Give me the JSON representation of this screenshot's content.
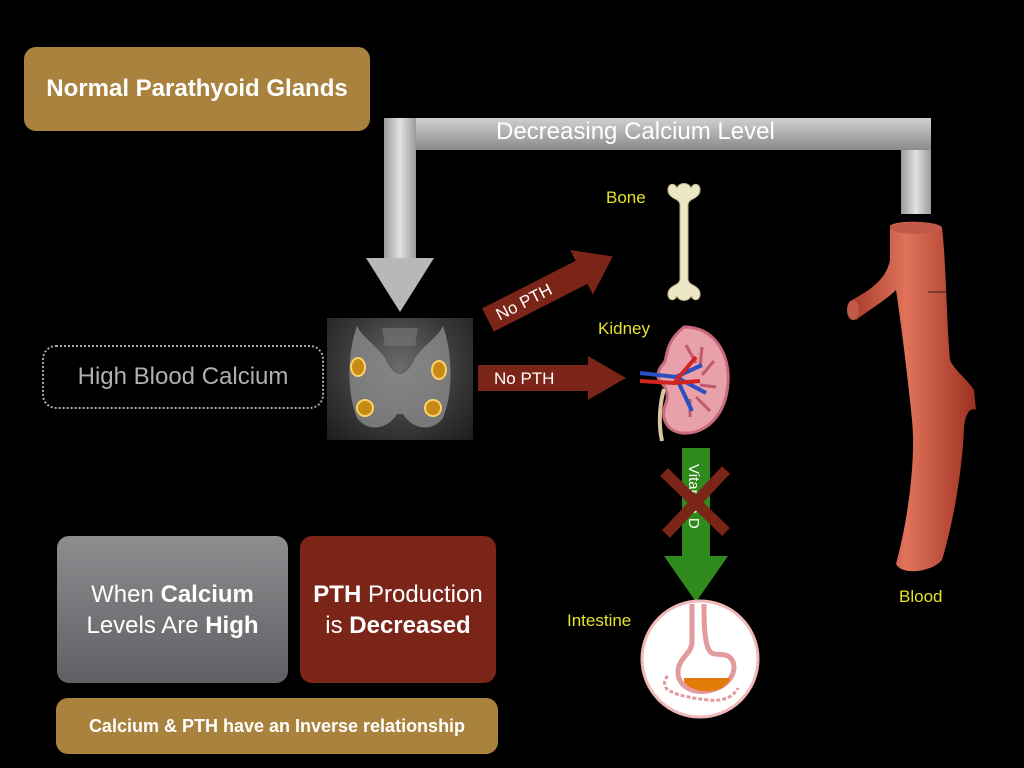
{
  "title": "Normal Parathyoid Glands",
  "feedback_arrow": {
    "label": "Decreasing Calcium Level"
  },
  "condition": {
    "label": "High Blood Calcium"
  },
  "pth_arrows": {
    "to_bone": "No PTH",
    "to_kidney": "No PTH"
  },
  "vitamin_arrow": {
    "label": "Vitamin D",
    "blocked": true
  },
  "organs": {
    "bone": "Bone",
    "kidney": "Kidney",
    "intestine": "Intestine",
    "blood": "Blood"
  },
  "summary": {
    "left": {
      "line1_pre": "When ",
      "line1_bold": "Calcium",
      "line2_pre": "Levels Are ",
      "line2_bold": "High"
    },
    "right": {
      "line1_bold": "PTH",
      "line1_post": " Production",
      "line2_pre": "is ",
      "line2_bold": "Decreased"
    }
  },
  "footer": "Calcium & PTH have an Inverse relationship",
  "colors": {
    "badge": "#a9823e",
    "pth_arrow": "#7b2418",
    "vitamin_arrow": "#2f8a1c",
    "organ_label": "#e6e22a"
  }
}
